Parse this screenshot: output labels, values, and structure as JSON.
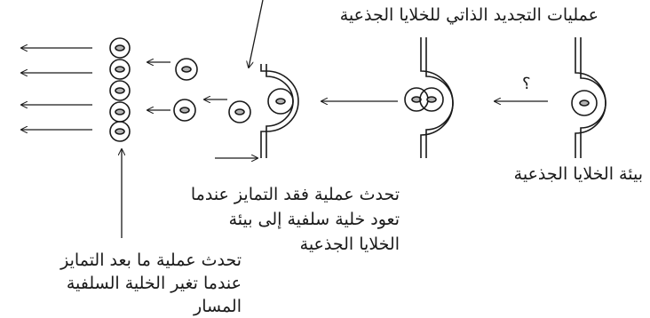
{
  "labels": {
    "self_renewal": "عمليات التجديد الذاتي للخلايا الجذعية",
    "stem_cell_niche": "بيئة الخلايا الجذعية",
    "dedifferentiation": [
      "تحدث عملية فقد التمايز عندما",
      "تعود خلية سلفية إلى بيئة",
      "الخلايا الجذعية"
    ],
    "post_differentiation": [
      "تحدث عملية ما بعد التمايز",
      "عندما تغير الخلية السلفية",
      "المسار"
    ],
    "unknown_mark": "؟"
  },
  "colors": {
    "stroke": "#1a1a1a",
    "nucleus_fill": "#b3b3b3",
    "background": "#ffffff"
  }
}
